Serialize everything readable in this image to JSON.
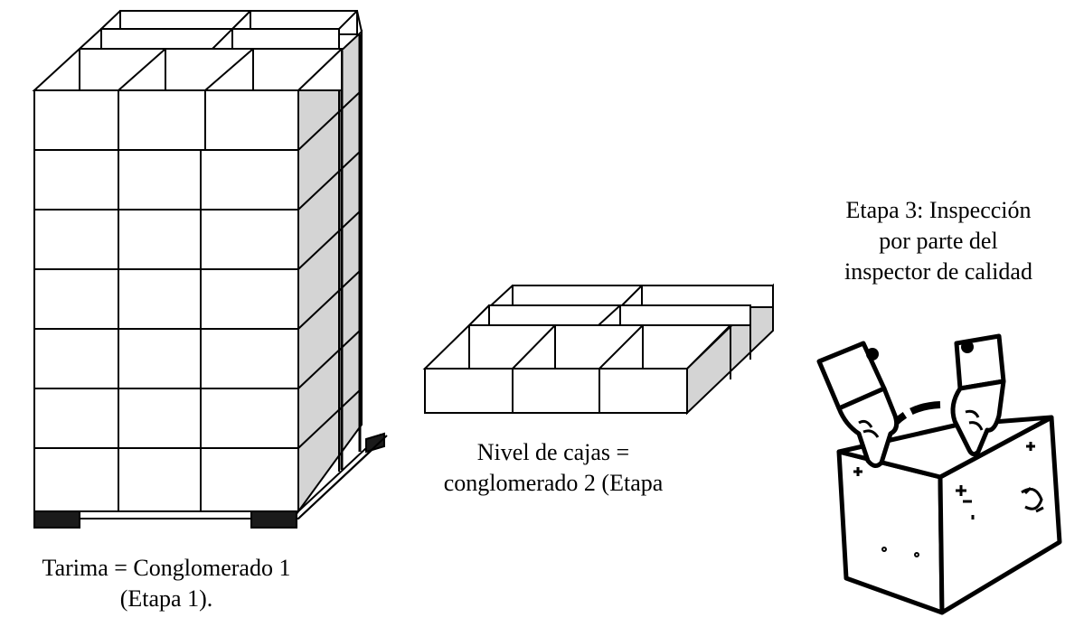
{
  "labels": {
    "pallet_line1": "Tarima = Conglomerado 1",
    "pallet_line2": "(Etapa 1).",
    "boxes_line1": "Nivel de cajas =",
    "boxes_line2": "conglomerado 2 (Etapa",
    "inspector_line1": "Etapa 3: Inspección",
    "inspector_line2": "por parte del",
    "inspector_line3": "inspector de calidad"
  },
  "colors": {
    "stroke": "#000000",
    "side_face": "#d4d4d4",
    "front_face": "#ffffff",
    "pallet_block": "#1a1a1a"
  }
}
